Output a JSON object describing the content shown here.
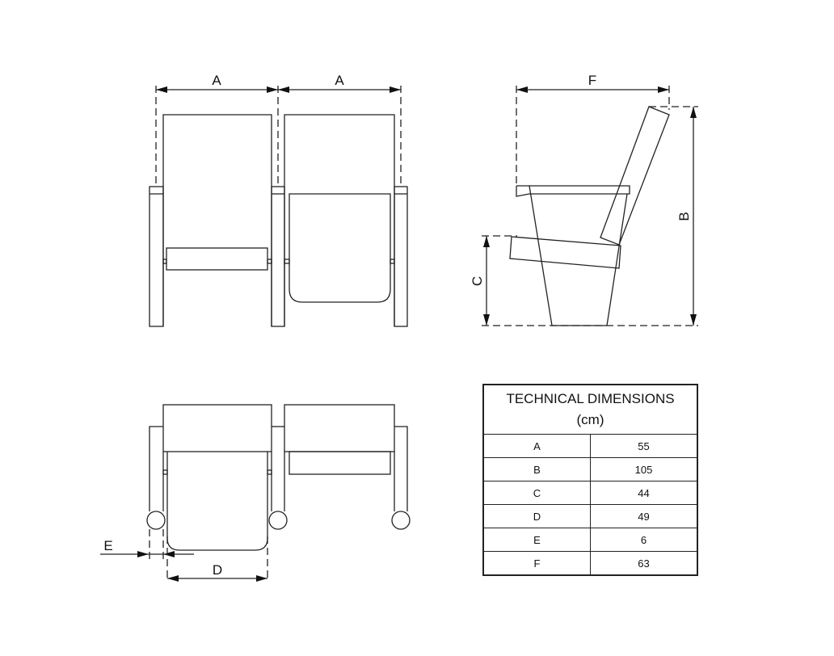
{
  "drawing": {
    "front_view": {
      "dim_labels": [
        "A",
        "A"
      ]
    },
    "side_view": {
      "dim_labels": {
        "width": "F",
        "height": "B",
        "seat_height": "C"
      }
    },
    "top_view": {
      "dim_labels": {
        "seat_depth": "D",
        "offset": "E"
      }
    }
  },
  "table": {
    "title": "TECHNICAL DIMENSIONS",
    "unit": "(cm)",
    "rows": [
      {
        "key": "A",
        "value": "55"
      },
      {
        "key": "B",
        "value": "105"
      },
      {
        "key": "C",
        "value": "44"
      },
      {
        "key": "D",
        "value": "49"
      },
      {
        "key": "E",
        "value": "6"
      },
      {
        "key": "F",
        "value": "63"
      }
    ]
  }
}
